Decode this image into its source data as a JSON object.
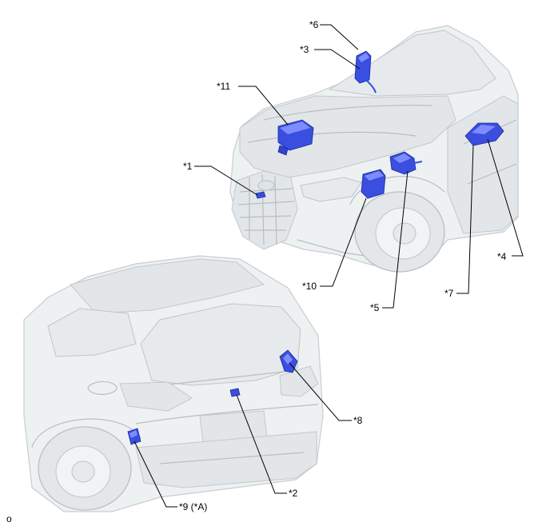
{
  "callouts": {
    "c1": "*1",
    "c2": "*2",
    "c3": "*3",
    "c4": "*4",
    "c5": "*5",
    "c6": "*6",
    "c7": "*7",
    "c8": "*8",
    "c9": "*9 (*A)",
    "c10": "*10",
    "c11": "*11"
  },
  "corner_mark": "o",
  "colors": {
    "component_fill": "#3a4fe0",
    "component_highlight": "#7f8cff",
    "component_stroke": "#1a2a9e",
    "body": "#eef1f2",
    "outline": "#c3c8cb",
    "leader": "#000000"
  }
}
